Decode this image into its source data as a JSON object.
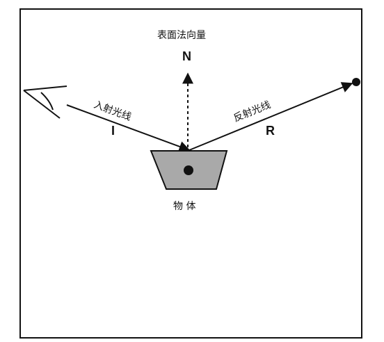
{
  "labels": {
    "surface_normal": "表面法向量",
    "normal_symbol": "N",
    "incident_ray": "入射光线",
    "incident_symbol": "I",
    "reflected_ray": "反射光线",
    "reflected_symbol": "R",
    "object": "物 体"
  },
  "colors": {
    "ink": "#111111",
    "object_fill": "#a9a9a9",
    "background": "#ffffff"
  },
  "icons": {
    "eye": "eye-icon",
    "light_point": "point-icon"
  }
}
